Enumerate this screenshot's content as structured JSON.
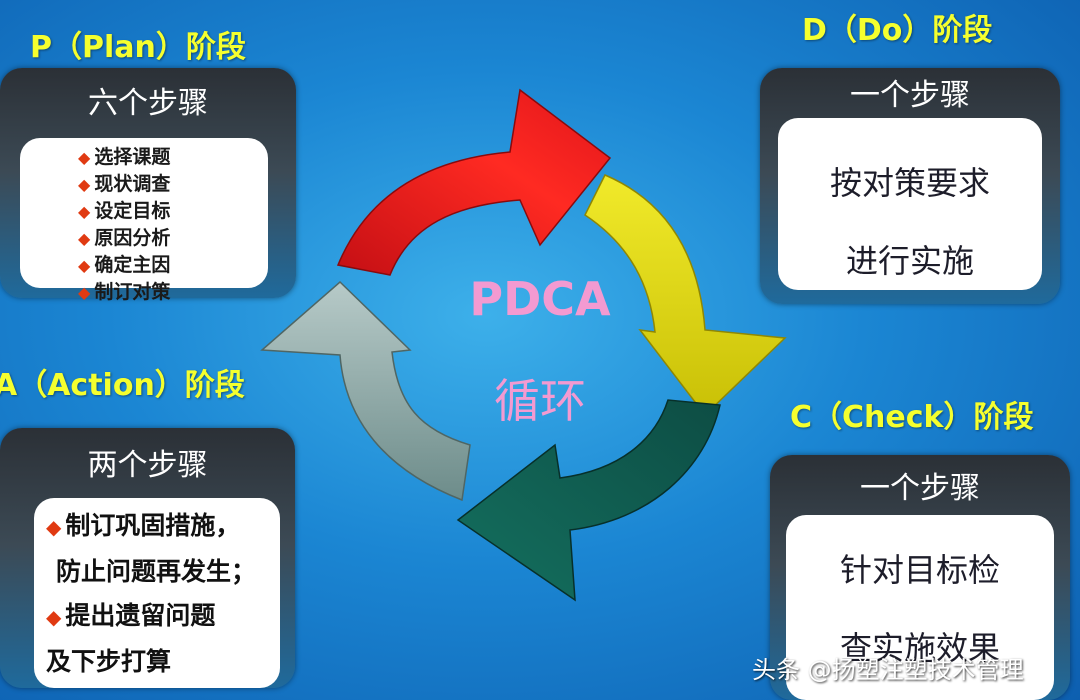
{
  "plan": {
    "title": "P（Plan）阶段",
    "heading": "六个步骤",
    "steps": [
      "选择课题",
      "现状调查",
      "设定目标",
      "原因分析",
      "确定主因",
      "制订对策"
    ]
  },
  "do": {
    "title": "D（Do）阶段",
    "heading": "一个步骤",
    "lines": [
      "按对策要求",
      "进行实施"
    ]
  },
  "check": {
    "title": "C（Check）阶段",
    "heading": "一个步骤",
    "lines": [
      "针对目标检",
      "查实施效果"
    ]
  },
  "action": {
    "title": "A（Action）阶段",
    "heading": "两个步骤",
    "lines": [
      "制订巩固措施，",
      "防止问题再发生；",
      "提出遗留问题",
      "及下步打算"
    ]
  },
  "center": {
    "title": "PDCA",
    "subtitle": "循环"
  },
  "colors": {
    "plan_arrow": "#e0151b",
    "do_arrow": "#e6dd12",
    "check_arrow": "#0e5e50",
    "action_arrow": "#9fb8b6",
    "phase_title": "#f5ff2e",
    "center_text": "#f39ad1"
  },
  "watermark": "头条 @扬塑注塑技术管理"
}
